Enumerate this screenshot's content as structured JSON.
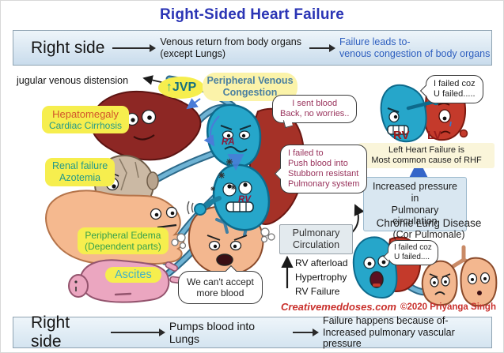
{
  "title": "Right-Sided Heart Failure",
  "top_flow": {
    "subject": "Right side",
    "step": "Venous return from body organs\n(except Lungs)",
    "result": "Failure leads to-\nvenous congestion of body organs"
  },
  "bottom_flow": {
    "subject": "Right side",
    "step": "Pumps blood into Lungs",
    "result": "Failure happens because of-\nIncreased pulmonary vascular pressure"
  },
  "left_column": {
    "jvd": "jugular venous distension",
    "jvp_arrow": "↑",
    "jvp_text": "JVP",
    "hepatomegaly": "Hepatomegaly",
    "cardiac_cirrhosis": "Cardiac Cirrhosis",
    "renal": "Renal failure\nAzotemia",
    "edema": "Peripheral Edema\n(Dependent parts)",
    "ascites": "Ascites"
  },
  "center": {
    "pvc": "Peripheral Venous\nCongestion",
    "ra": "RA",
    "rv": "RV",
    "bubble_sent": "I sent blood\nBack, no worries..",
    "bubble_failed_push": "I failed to\nPush blood into\nStubborn resistant\nPulmonary system",
    "bubble_cant_accept": "We can't accept\nmore blood",
    "pulmonary_circulation": "Pulmonary\nCirculation",
    "rv_afterload": "RV afterload",
    "hypertrophy": "Hypertrophy",
    "rv_failure": "RV Failure"
  },
  "right_column": {
    "bubble_failed_top": "I failed coz\nU failed.....",
    "rv": "RV",
    "lv": "LV",
    "lhf_note": "Left Heart Failure is\nMost common cause of RHF",
    "increased_pressure": "Increased pressure in\nPulmonary circulation",
    "chronic_lung_disease": "Chronic Lung Disease",
    "cor_pulmonale": "(Cor Pulmonale)",
    "bubble_failed_mid": "I failed coz\nU failed...."
  },
  "footer": {
    "site": "Creativemeddoses.com",
    "copyright": "©2020 Priyanga Singh"
  },
  "colors": {
    "title_blue": "#2b35b5",
    "result_blue": "#2e5fbf",
    "label_yellow": "#f6ee4e",
    "heart_blue": "#26a6ca",
    "heart_red": "#c43a2b",
    "liver_red": "#8d2724",
    "vessel_blue": "#6fb3d4",
    "credit_red": "#c9302c"
  }
}
